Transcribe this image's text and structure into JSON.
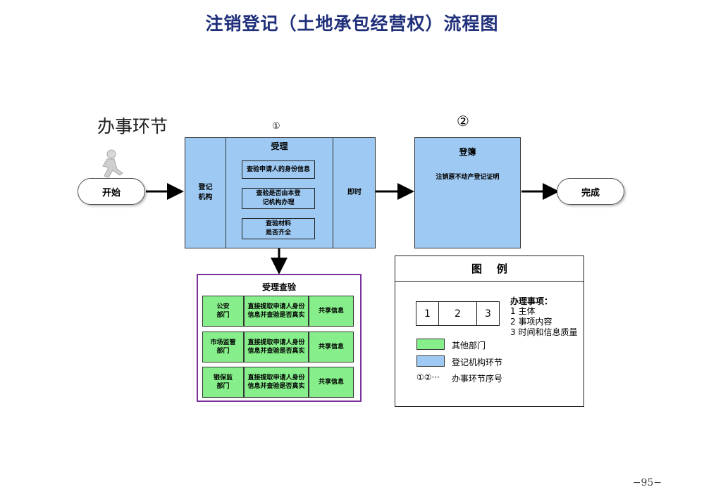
{
  "title": "注销登记（土地承包经营权）流程图",
  "section_label": "办事环节",
  "step1": {
    "number": "①",
    "org": "登记\n机构",
    "header": "受理",
    "items": [
      "查验申请人的身份信息",
      "查验是否由本登\n记机构办理",
      "查验材料\n是否齐全"
    ],
    "timing": "即时"
  },
  "step2": {
    "number": "②",
    "header": "登簿",
    "content": "注销原不动产登记证明"
  },
  "start_label": "开始",
  "end_label": "完成",
  "verify": {
    "title": "受理查验",
    "rows": [
      {
        "dept": "公安\n部门",
        "action": "直接提取申请人身份\n信息并查验是否真实",
        "method": "共享信息"
      },
      {
        "dept": "市场监管\n部门",
        "action": "直接提取申请人身份\n信息并查验是否真实",
        "method": "共享信息"
      },
      {
        "dept": "银保监\n部门",
        "action": "直接提取申请人身份\n信息并查验是否真实",
        "method": "共享信息"
      }
    ]
  },
  "legend": {
    "title": "图    例",
    "box_labels": [
      "1",
      "2",
      "3"
    ],
    "items_title": "办理事项：",
    "items": [
      "1 主体",
      "2 事项内容",
      "3 时间和信息质量"
    ],
    "other_dept": "其他部门",
    "reg_org": "登记机构环节",
    "seq_symbol": "①②···",
    "seq_label": "办事环节序号"
  },
  "page_number": "−95−",
  "colors": {
    "blue": "#9ec9f2",
    "green": "#86ee8a",
    "title": "#1f2f7a",
    "purple": "#7a2f9a"
  }
}
